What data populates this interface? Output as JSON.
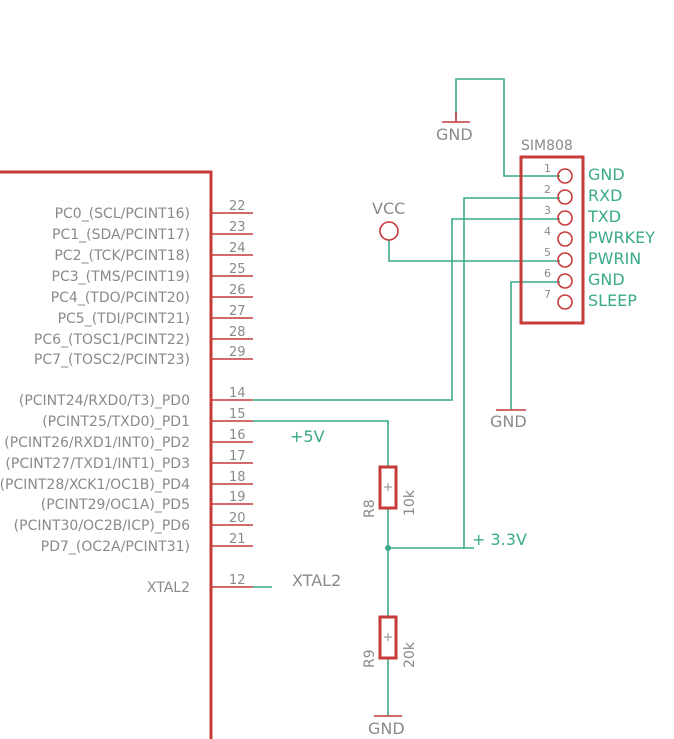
{
  "mcu": {
    "pins": [
      {
        "name": "PC0_(SCL/PCINT16)",
        "num": "22"
      },
      {
        "name": "PC1_(SDA/PCINT17)",
        "num": "23"
      },
      {
        "name": "PC2_(TCK/PCINT18)",
        "num": "24"
      },
      {
        "name": "PC3_(TMS/PCINT19)",
        "num": "25"
      },
      {
        "name": "PC4_(TDO/PCINT20)",
        "num": "26"
      },
      {
        "name": "PC5_(TDI/PCINT21)",
        "num": "27"
      },
      {
        "name": "PC6_(TOSC1/PCINT22)",
        "num": "28"
      },
      {
        "name": "PC7_(TOSC2/PCINT23)",
        "num": "29"
      },
      {
        "name": "(PCINT24/RXD0/T3)_PD0",
        "num": "14"
      },
      {
        "name": "(PCINT25/TXD0)_PD1",
        "num": "15"
      },
      {
        "name": "(PCINT26/RXD1/INT0)_PD2",
        "num": "16"
      },
      {
        "name": "(PCINT27/TXD1/INT1)_PD3",
        "num": "17"
      },
      {
        "name": "(PCINT28/XCK1/OC1B)_PD4",
        "num": "18"
      },
      {
        "name": "(PCINT29/OC1A)_PD5",
        "num": "19"
      },
      {
        "name": "(PCINT30/OC2B/ICP)_PD6",
        "num": "20"
      },
      {
        "name": "PD7_(OC2A/PCINT31)",
        "num": "21"
      },
      {
        "name": "XTAL2",
        "num": "12"
      }
    ]
  },
  "sim808": {
    "label": "SIM808",
    "pins": [
      {
        "num": "1",
        "name": "GND"
      },
      {
        "num": "2",
        "name": "RXD"
      },
      {
        "num": "3",
        "name": "TXD"
      },
      {
        "num": "4",
        "name": "PWRKEY"
      },
      {
        "num": "5",
        "name": "PWRIN"
      },
      {
        "num": "6",
        "name": "GND"
      },
      {
        "num": "7",
        "name": "SLEEP"
      }
    ]
  },
  "nets": {
    "gnd": "GND",
    "vcc": "VCC",
    "v5": "+5V",
    "v33": "+ 3.3V",
    "xtal2": "XTAL2"
  },
  "resistors": {
    "r8": {
      "name": "R8",
      "value": "10k"
    },
    "r9": {
      "name": "R9",
      "value": "20k"
    }
  }
}
